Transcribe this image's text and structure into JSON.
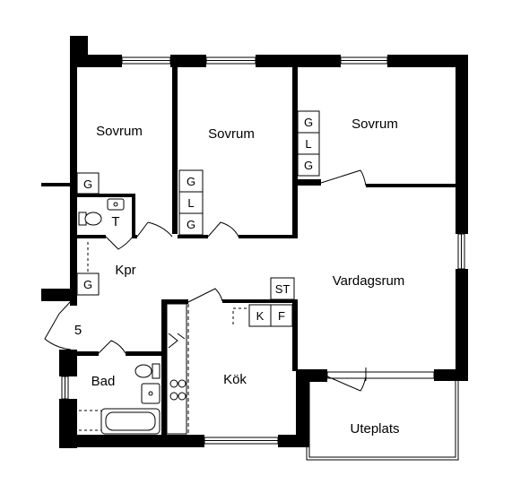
{
  "rooms": {
    "bedroom_1": "Sovrum",
    "bedroom_2": "Sovrum",
    "bedroom_3": "Sovrum",
    "living_room": "Vardagsrum",
    "hallway": "Kpr",
    "kitchen": "Kök",
    "bathroom": "Bad",
    "patio": "Uteplats",
    "toilet": "T",
    "entrance_number": "5"
  },
  "fixtures": {
    "wardrobe_g": "G",
    "wardrobe_l": "L",
    "storage_st": "ST",
    "freezer_k": "K",
    "fridge_f": "F"
  },
  "colors": {
    "wall": "#000000",
    "background": "#ffffff"
  }
}
